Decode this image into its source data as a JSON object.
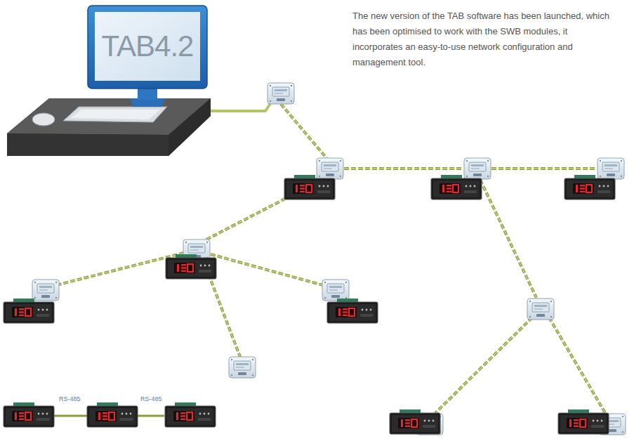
{
  "diagram": {
    "nodes": [
      {
        "text": [
          "TAB4.2"
        ]
      }
    ],
    "labels": [
      "The new version of the TAB software has been launched, which has been optimised to work with the SWB modules, it incorporates an easy-to-use network configuration and management tool.",
      "RS-485",
      "RS-485"
    ]
  }
}
